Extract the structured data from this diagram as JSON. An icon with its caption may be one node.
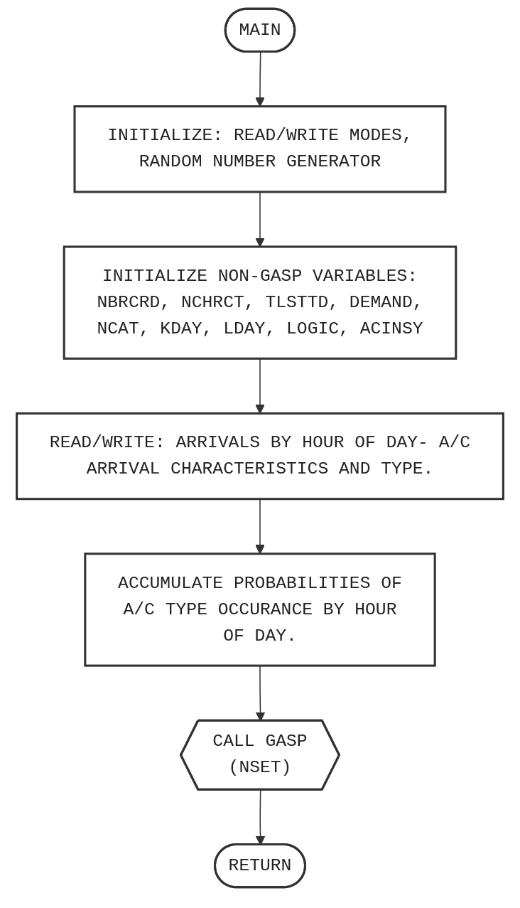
{
  "diagram": {
    "nodes": [
      {
        "text": [
          "MAIN"
        ]
      },
      {
        "text": [
          "INITIALIZE: READ/WRITE MODES, RANDOM NUMBER GENERATOR"
        ]
      },
      {
        "text": [
          "INITIALIZE NON-GASP VARIABLES: NBRCRD, NCHRCT, TLSTTD, DEMAND, NCAT, KDAY, LDAY, LOGIC, ACINSY"
        ]
      },
      {
        "text": [
          "READ/WRITE: ARRIVALS BY HOUR OF DAY- A/C ARRIVAL CHARACTERISTICS AND TYPE."
        ]
      },
      {
        "text": [
          "ACCUMULATE PROBABILITIES OF A/C TYPE OCCURANCE BY HOUR OF DAY."
        ]
      },
      {
        "text": [
          "CALL GASP (NSET)"
        ]
      },
      {
        "text": [
          "RETURN"
        ]
      }
    ],
    "edges": [
      {
        "from": 0,
        "to": 1,
        "arrow": "to"
      },
      {
        "from": 1,
        "to": 2,
        "arrow": "to"
      },
      {
        "from": 2,
        "to": 3,
        "arrow": "to"
      },
      {
        "from": 3,
        "to": 4,
        "arrow": "to"
      },
      {
        "from": 4,
        "to": 5,
        "arrow": "to"
      },
      {
        "from": 5,
        "to": 6,
        "arrow": "to"
      }
    ]
  }
}
